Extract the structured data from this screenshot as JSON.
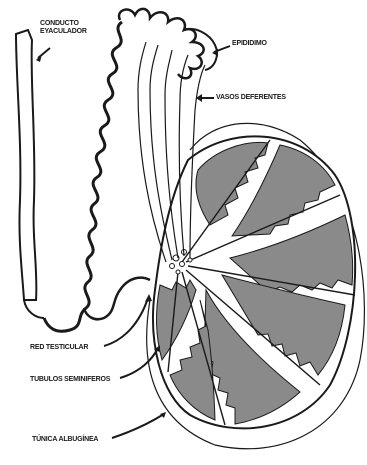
{
  "labels": {
    "conducto_eyaculador": "CONDUCTO\nEYACULADOR",
    "epididimo": "EPIDIDIMO",
    "vasos_deferentes": "VASOS DEFERENTES",
    "red_testicular": "RED TESTICULAR",
    "tubulos_seminiferos": "TUBULOS SEMINIFEROS",
    "tunica_albuginea": "TÚNICA ALBUGÍNEA"
  },
  "colors": {
    "outline": "#1a1a1a",
    "lobule_fill": "#8a8a8a",
    "background": "#ffffff"
  }
}
